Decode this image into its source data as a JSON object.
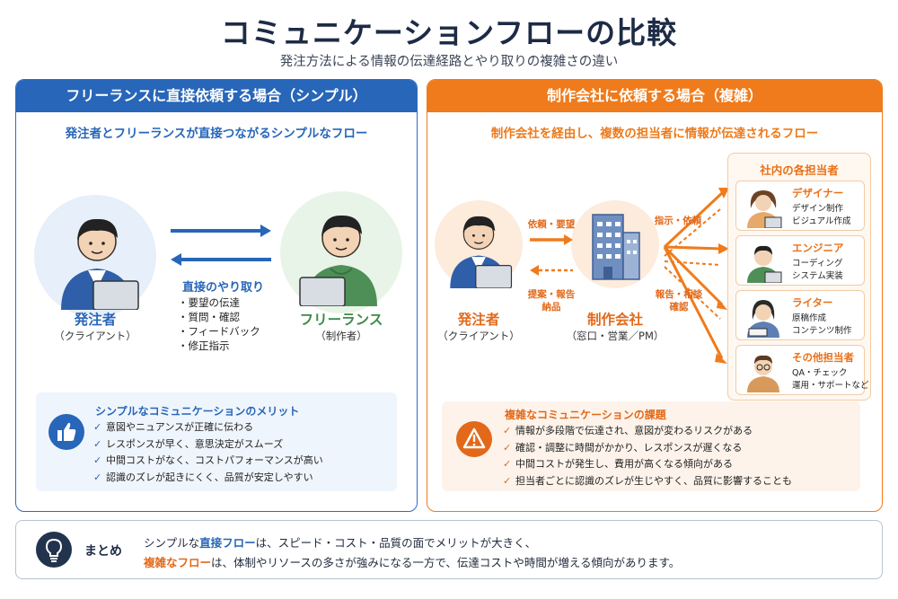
{
  "page": {
    "title": "コミュニケーションフローの比較",
    "subtitle": "発注方法による情報の伝達経路とやり取りの複雑さの違い"
  },
  "left_panel": {
    "header": "フリーランスに直接依頼する場合（シンプル）",
    "description": "発注者とフリーランスが直接つながるシンプルなフロー",
    "client": {
      "name": "発注者",
      "sub": "（クライアント）"
    },
    "freelancer": {
      "name": "フリーランス",
      "sub": "（制作者）"
    },
    "interaction_title": "直接のやり取り",
    "interaction_items": [
      "要望の伝達",
      "質問・確認",
      "フィードバック",
      "修正指示"
    ],
    "merit_title": "シンプルなコミュニケーションのメリット",
    "merit_items": [
      "意図やニュアンスが正確に伝わる",
      "レスポンスが早く、意思決定がスムーズ",
      "中間コストがなく、コストパフォーマンスが高い",
      "認識のズレが起きにくく、品質が安定しやすい"
    ]
  },
  "right_panel": {
    "header": "制作会社に依頼する場合（複雑）",
    "description": "制作会社を経由し、複数の担当者に情報が伝達されるフロー",
    "client": {
      "name": "発注者",
      "sub": "（クライアント）"
    },
    "company": {
      "name": "制作会社",
      "sub": "（窓口・営業／PM）"
    },
    "arrow_labels": {
      "request": "依頼・要望",
      "proposal_line1": "提案・報告",
      "proposal_line2": "納品",
      "instruction": "指示・依頼",
      "report_line1": "報告・相談",
      "report_line2": "確認"
    },
    "staff_title": "社内の各担当者",
    "staff": [
      {
        "role": "デザイナー",
        "d1": "デザイン制作",
        "d2": "ビジュアル作成"
      },
      {
        "role": "エンジニア",
        "d1": "コーディング",
        "d2": "システム実装"
      },
      {
        "role": "ライター",
        "d1": "原稿作成",
        "d2": "コンテンツ制作"
      },
      {
        "role": "その他担当者",
        "d1": "QA・チェック",
        "d2": "運用・サポートなど"
      }
    ],
    "issue_title": "複雑なコミュニケーションの課題",
    "issue_items": [
      "情報が多段階で伝達され、意図が変わるリスクがある",
      "確認・調整に時間がかかり、レスポンスが遅くなる",
      "中間コストが発生し、費用が高くなる傾向がある",
      "担当者ごとに認識のズレが生じやすく、品質に影響することも"
    ]
  },
  "summary": {
    "label": "まとめ",
    "line1_pre": "シンプルな",
    "line1_highlight": "直接フロー",
    "line1_post": "は、スピード・コスト・品質の面でメリットが大きく、",
    "line2_highlight": "複雑なフロー",
    "line2_post": "は、体制やリソースの多さが強みになる一方で、伝達コストや時間が増える傾向があります。"
  },
  "colors": {
    "blue": "#2766b8",
    "orange": "#ef7b1c",
    "navy": "#1d2b45"
  }
}
